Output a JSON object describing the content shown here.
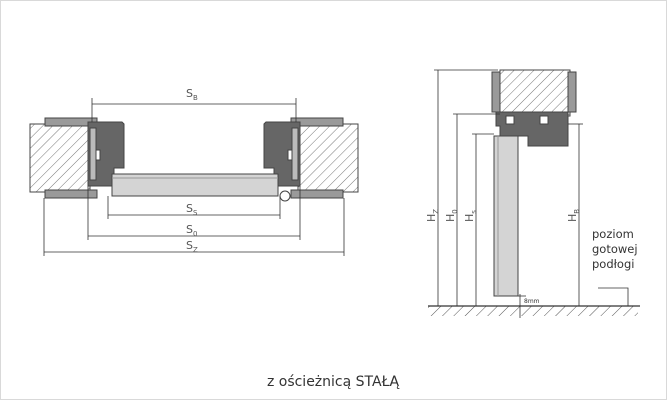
{
  "labels": {
    "sb": {
      "main": "S",
      "sub": "B"
    },
    "ss": {
      "main": "S",
      "sub": "S"
    },
    "s0": {
      "main": "S",
      "sub": "0"
    },
    "sz": {
      "main": "S",
      "sub": "Z"
    },
    "hz": {
      "main": "H",
      "sub": "Z"
    },
    "h0": {
      "main": "H",
      "sub": "0"
    },
    "hs": {
      "main": "H",
      "sub": "s"
    },
    "hb": {
      "main": "H",
      "sub": "B"
    }
  },
  "floor_note": [
    "poziom",
    "gotowej",
    "podłogi"
  ],
  "gap": "8mm",
  "caption": "z ościeżnicą STAŁĄ"
}
